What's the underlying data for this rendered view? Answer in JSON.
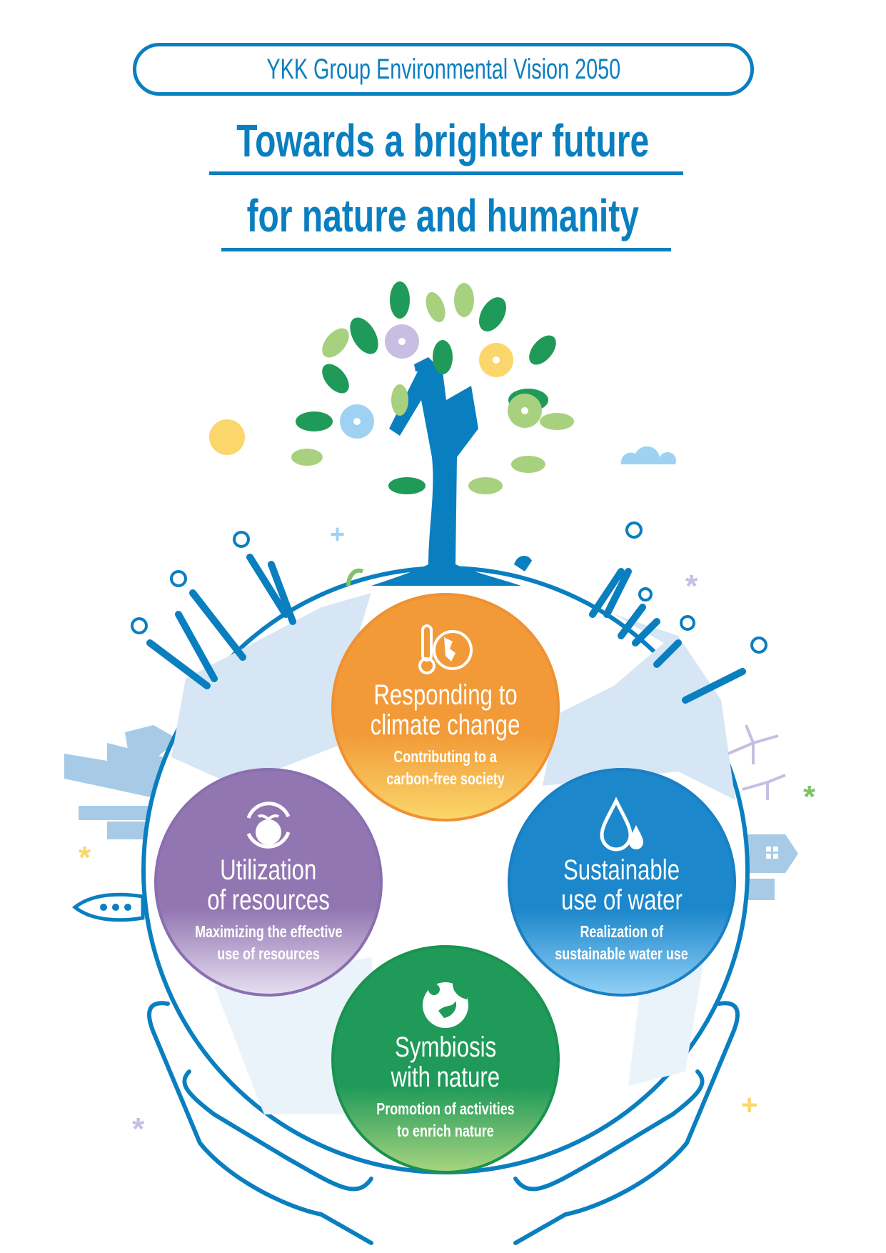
{
  "header": {
    "vision_label": "YKK Group Environmental Vision 2050",
    "title_line1": "Towards a brighter future",
    "title_line2": "for nature and humanity"
  },
  "pillars": [
    {
      "title_line1": "Responding to",
      "title_line2": "climate change",
      "sub_line1": "Contributing to a",
      "sub_line2": "carbon-free society",
      "icon": "thermometer-globe-icon",
      "color": "#f29a38"
    },
    {
      "title_line1": "Utilization",
      "title_line2": "of resources",
      "sub_line1": "Maximizing the effective",
      "sub_line2": "use of resources",
      "icon": "recycle-globe-icon",
      "color": "#9276b2"
    },
    {
      "title_line1": "Sustainable",
      "title_line2": "use of water",
      "sub_line1": "Realization of",
      "sub_line2": "sustainable water use",
      "icon": "water-drop-icon",
      "color": "#1c87cb"
    },
    {
      "title_line1": "Symbiosis",
      "title_line2": "with nature",
      "sub_line1": "Promotion of activities",
      "sub_line2": "to enrich nature",
      "icon": "bird-leaf-globe-icon",
      "color": "#1f9a59"
    }
  ],
  "colors": {
    "brand_blue": "#0a7fc0",
    "globe_fill": "#d6e6f4"
  }
}
